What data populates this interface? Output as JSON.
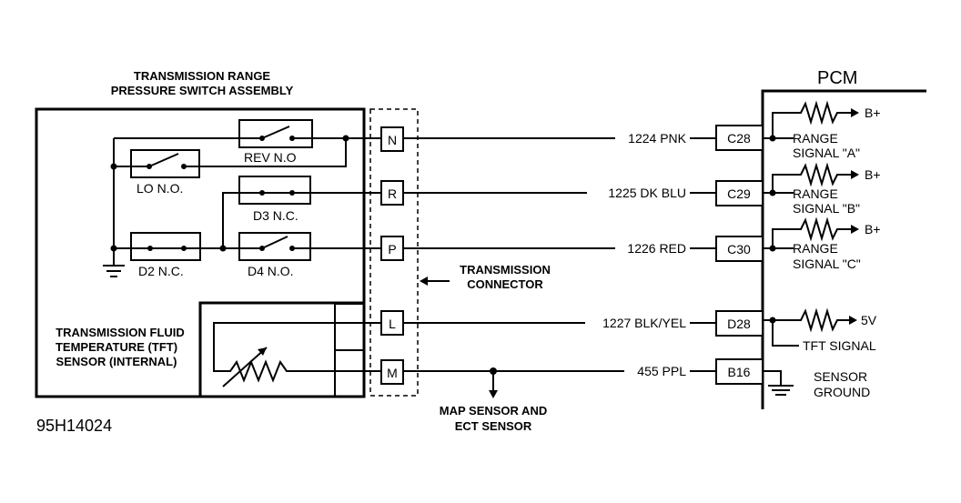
{
  "assembly_title_line1": "TRANSMISSION RANGE",
  "assembly_title_line2": "PRESSURE SWITCH ASSEMBLY",
  "switches": {
    "rev": "REV N.O",
    "lo": "LO N.O.",
    "d3": "D3 N.C.",
    "d2": "D2 N.C.",
    "d4": "D4 N.O."
  },
  "tft_sensor_line1": "TRANSMISSION FLUID",
  "tft_sensor_line2": "TEMPERATURE (TFT)",
  "tft_sensor_line3": "SENSOR (INTERNAL)",
  "connector_pins": [
    "N",
    "R",
    "P",
    "L",
    "M"
  ],
  "connector_label_line1": "TRANSMISSION",
  "connector_label_line2": "CONNECTOR",
  "wires": [
    "1224 PNK",
    "1225 DK BLU",
    "1226 RED",
    "1227 BLK/YEL",
    "455 PPL"
  ],
  "pcm_title": "PCM",
  "pcm_pins": [
    "C28",
    "C29",
    "C30",
    "D28",
    "B16"
  ],
  "range_signals": [
    {
      "line1": "RANGE",
      "line2": "SIGNAL \"A\"",
      "supply": "B+"
    },
    {
      "line1": "RANGE",
      "line2": "SIGNAL \"B\"",
      "supply": "B+"
    },
    {
      "line1": "RANGE",
      "line2": "SIGNAL \"C\"",
      "supply": "B+"
    }
  ],
  "tft_supply": "5V",
  "tft_signal": "TFT SIGNAL",
  "sensor_ground_line1": "SENSOR",
  "sensor_ground_line2": "GROUND",
  "map_ect_line1": "MAP SENSOR AND",
  "map_ect_line2": "ECT SENSOR",
  "figure_id": "95H14024"
}
